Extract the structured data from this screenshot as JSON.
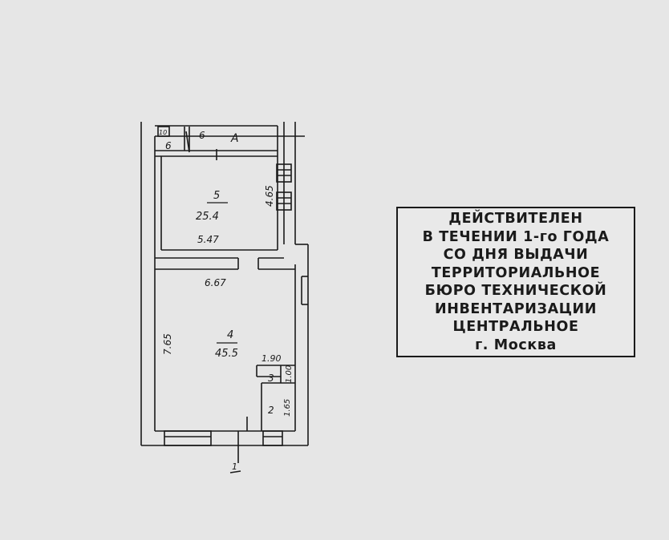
{
  "plan": {
    "labels": {
      "corridor_number": "6",
      "corridor_letter": "А",
      "top_left_number": "6",
      "top_left_tiny": "10",
      "room5_number": "5",
      "room5_area": "25.4",
      "room5_dim_bottom": "5.47",
      "room5_dim_right": "4.65",
      "room4_dim_top": "6.67",
      "room4_number": "4",
      "room4_area": "45.5",
      "room4_dim_left": "7.65",
      "small_dim_top": "1.90",
      "room3_number": "3",
      "room3_dim": "1.00",
      "room2_number": "2",
      "room2_dim": "1.65",
      "entrance_mark": "1"
    }
  },
  "stamp": {
    "lines": [
      "ДЕЙСТВИТЕЛЕН",
      "В ТЕЧЕНИИ 1-го ГОДА",
      "СО ДНЯ ВЫДАЧИ",
      "ТЕРРИТОРИАЛЬНОЕ",
      "БЮРО ТЕХНИЧЕСКОЙ",
      "ИНВЕНТАРИЗАЦИИ",
      "ЦЕНТРАЛЬНОЕ",
      "г. Москва"
    ]
  }
}
